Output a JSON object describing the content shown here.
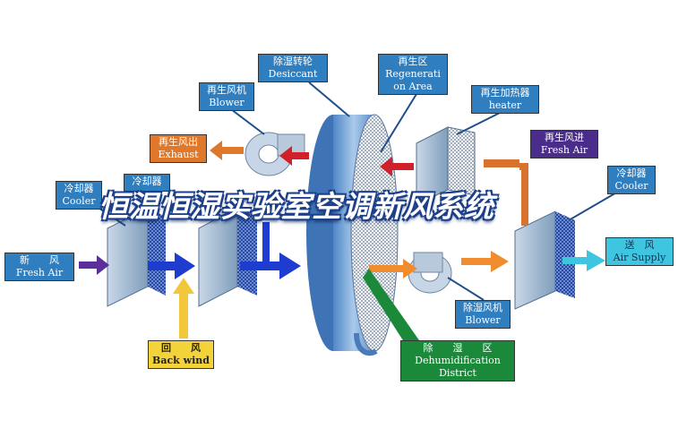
{
  "title": "恒温恒湿实验室空调新风系统",
  "labels": {
    "desiccant": {
      "cn": "除湿转轮",
      "en": "Desiccant"
    },
    "regeneration": {
      "cn": "再生区",
      "en1": "Regenerati",
      "en2": "on Area"
    },
    "regen_blower": {
      "cn": "再生风机",
      "en": "Blower"
    },
    "regen_heater": {
      "cn": "再生加热器",
      "en": "heater"
    },
    "exhaust": {
      "cn": "再生风出",
      "en": "Exhaust"
    },
    "regen_fresh_air": {
      "cn": "再生风进",
      "en": "Fresh Air"
    },
    "cooler_left": {
      "cn": "冷却器",
      "en": "Cooler"
    },
    "cooler_mid": {
      "cn": "冷却器"
    },
    "cooler_right": {
      "cn": "冷却器",
      "en": "Cooler"
    },
    "fresh_air": {
      "cn": "新　　风",
      "en": "Fresh Air"
    },
    "back_wind": {
      "cn": "回　　风",
      "en": "Back wind"
    },
    "air_supply": {
      "cn": "送　风",
      "en": "Air Supply"
    },
    "dehum_blower": {
      "cn": "除湿风机",
      "en": "Blower"
    },
    "dehum_district": {
      "cn": "除　　湿　　区",
      "en1": "Dehumidification",
      "en2": "District"
    }
  },
  "colors": {
    "label_blue": "#2f7fc0",
    "exhaust_orange": "#e0782b",
    "fresh_air_purple": "#4a2c8a",
    "heater_teal": "#36b8b0",
    "back_wind_yellow": "#f4d23a",
    "supply_cyan": "#3ec6e0",
    "dehum_green": "#1a8a3a",
    "arrow_red": "#d0202a",
    "arrow_blue": "#1e3ccf"
  }
}
